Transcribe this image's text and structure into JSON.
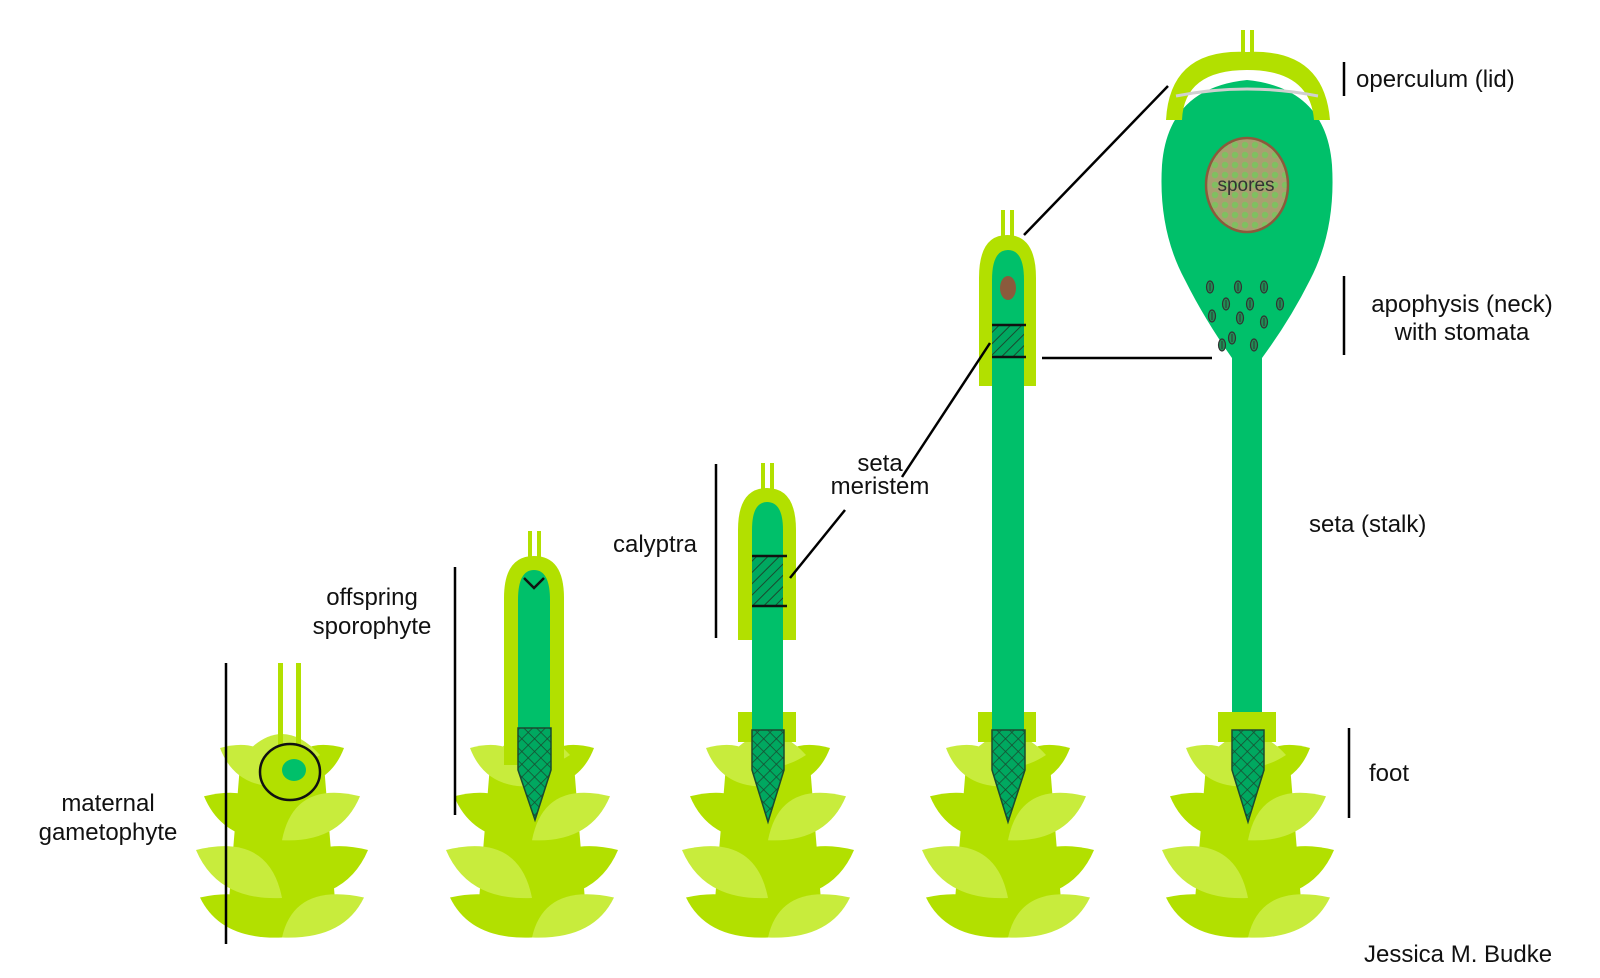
{
  "labels": {
    "maternal_line1": "maternal",
    "maternal_line2": "gametophyte",
    "offspring_line1": "offspring",
    "offspring_line2": "sporophyte",
    "calyptra": "calyptra",
    "seta_meristem_line1": "seta",
    "seta_meristem_line2": "meristem",
    "operculum": "operculum (lid)",
    "spores": "spores",
    "apophysis_line1": "apophysis (neck)",
    "apophysis_line2": "with stomata",
    "seta_stalk": "seta (stalk)",
    "foot": "foot",
    "credit": "Jessica M. Budke"
  },
  "colors": {
    "gametophyte": "#b2e000",
    "gametophyte_light": "#c8ec3c",
    "sporophyte": "#00c06a",
    "calyptra": "#b2e000",
    "spore_brown": "#8b5a3c",
    "line": "#000000"
  }
}
